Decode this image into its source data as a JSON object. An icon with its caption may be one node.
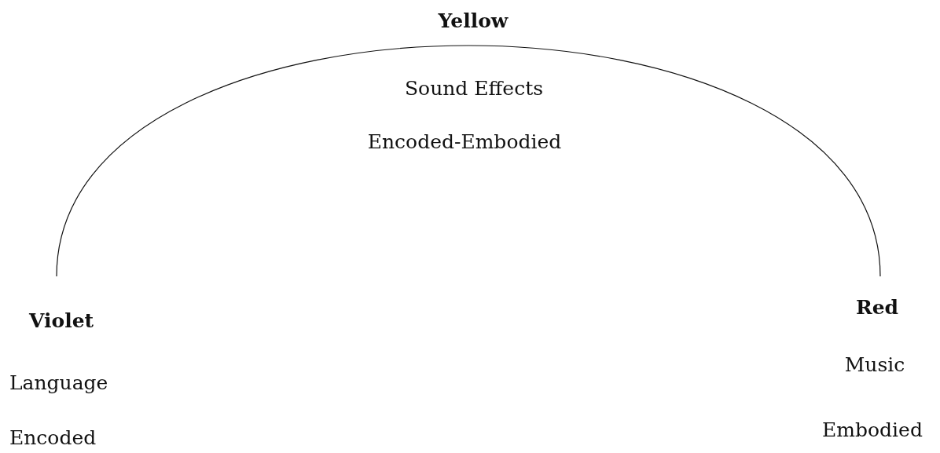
{
  "diagram": {
    "nodes": [
      {
        "text": [
          "Violet",
          "Language",
          "Encoded"
        ]
      },
      {
        "text": [
          "Red",
          "Music",
          "Embodied"
        ]
      }
    ],
    "edges": [
      {
        "from": 0,
        "to": 1,
        "arrow": "none"
      }
    ],
    "labels": [
      "Yellow",
      "Sound Effects",
      "Encoded-Embodied"
    ]
  }
}
